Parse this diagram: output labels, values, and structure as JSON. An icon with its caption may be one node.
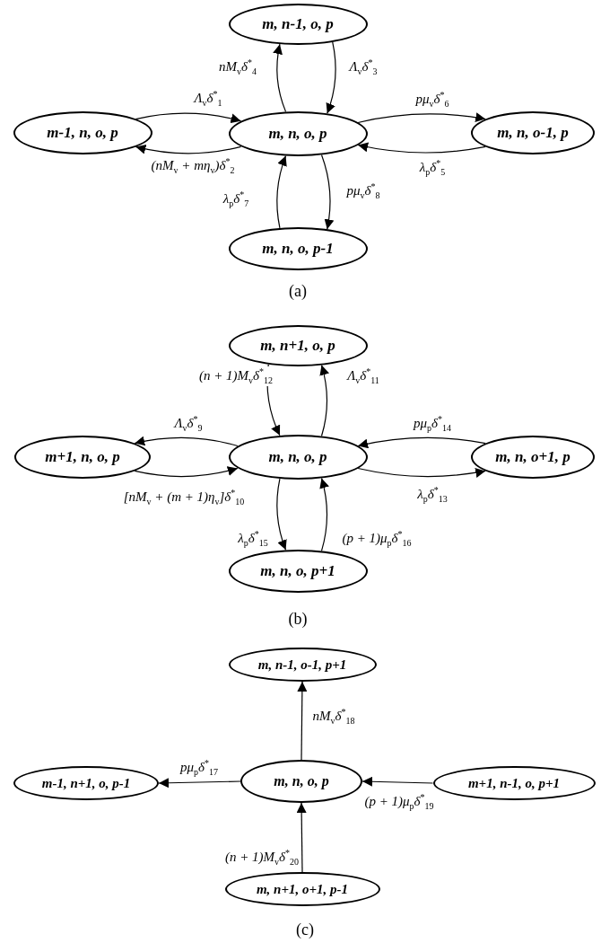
{
  "diagram": {
    "nodes": [
      {
        "text": [
          "m, n-1, o, p"
        ]
      },
      {
        "text": [
          "m-1, n, o, p"
        ]
      },
      {
        "text": [
          "m, n, o, p"
        ]
      },
      {
        "text": [
          "m, n, o-1, p"
        ]
      },
      {
        "text": [
          "m, n, o, p-1"
        ]
      },
      {
        "text": [
          "m, n+1, o, p"
        ]
      },
      {
        "text": [
          "m+1, n, o, p"
        ]
      },
      {
        "text": [
          "m, n, o, p"
        ]
      },
      {
        "text": [
          "m, n, o+1, p"
        ]
      },
      {
        "text": [
          "m, n, o, p+1"
        ]
      },
      {
        "text": [
          "m, n-1, o-1, p+1"
        ]
      },
      {
        "text": [
          "m-1, n+1, o, p-1"
        ]
      },
      {
        "text": [
          "m, n, o, p"
        ]
      },
      {
        "text": [
          "m+1, n-1, o, p+1"
        ]
      },
      {
        "text": [
          "m, n+1, o+1, p-1"
        ]
      }
    ],
    "edges": [
      {
        "from": 1,
        "to": 2,
        "arrow": "to",
        "label": "Λ$_{v}$δ$^{*}$$_{1}$"
      },
      {
        "from": 2,
        "to": 1,
        "arrow": "to",
        "label": "(nM$_{v}$ + mη$_{v}$)δ$^{*}$$_{2}$"
      },
      {
        "from": 0,
        "to": 2,
        "arrow": "to",
        "label": "Λ$_{v}$δ$^{*}$$_{3}$"
      },
      {
        "from": 2,
        "to": 0,
        "arrow": "to",
        "label": "nM$_{v}$δ$^{*}$$_{4}$"
      },
      {
        "from": 3,
        "to": 2,
        "arrow": "to",
        "label": "λ$_{p}$δ$^{*}$$_{5}$"
      },
      {
        "from": 2,
        "to": 3,
        "arrow": "to",
        "label": "pμ$_{v}$δ$^{*}$$_{6}$"
      },
      {
        "from": 4,
        "to": 2,
        "arrow": "to",
        "label": "λ$_{p}$δ$^{*}$$_{7}$"
      },
      {
        "from": 2,
        "to": 4,
        "arrow": "to",
        "label": "pμ$_{v}$δ$^{*}$$_{8}$"
      },
      {
        "from": 7,
        "to": 6,
        "arrow": "to",
        "label": "Λ$_{v}$δ$^{*}$$_{9}$"
      },
      {
        "from": 6,
        "to": 7,
        "arrow": "to",
        "label": "[nM$_{v}$ + (m + 1)η$_{v}$]δ$^{*}$$_{10}$"
      },
      {
        "from": 7,
        "to": 5,
        "arrow": "to",
        "label": "Λ$_{v}$δ$^{*}$$_{11}$"
      },
      {
        "from": 5,
        "to": 7,
        "arrow": "to",
        "label": "(n + 1)M$_{v}$δ$^{*}$$_{12}$"
      },
      {
        "from": 7,
        "to": 8,
        "arrow": "to",
        "label": "λ$_{p}$δ$^{*}$$_{13}$"
      },
      {
        "from": 8,
        "to": 7,
        "arrow": "to",
        "label": "pμ$_{p}$δ$^{*}$$_{14}$"
      },
      {
        "from": 7,
        "to": 9,
        "arrow": "to",
        "label": "λ$_{p}$δ$^{*}$$_{15}$"
      },
      {
        "from": 9,
        "to": 7,
        "arrow": "to",
        "label": "(p + 1)μ$_{p}$δ$^{*}$$_{16}$"
      },
      {
        "from": 12,
        "to": 11,
        "arrow": "to",
        "label": "pμ$_{p}$δ$^{*}$$_{17}$"
      },
      {
        "from": 12,
        "to": 10,
        "arrow": "to",
        "label": "nM$_{v}$δ$^{*}$$_{18}$"
      },
      {
        "from": 13,
        "to": 12,
        "arrow": "to",
        "label": "(p + 1)μ$_{p}$δ$^{*}$$_{19}$"
      },
      {
        "from": 14,
        "to": 12,
        "arrow": "to",
        "label": "(n + 1)M$_{v}$δ$^{*}$$_{20}$"
      }
    ],
    "labels": [
      "(a)",
      "(b)",
      "(c)"
    ]
  }
}
